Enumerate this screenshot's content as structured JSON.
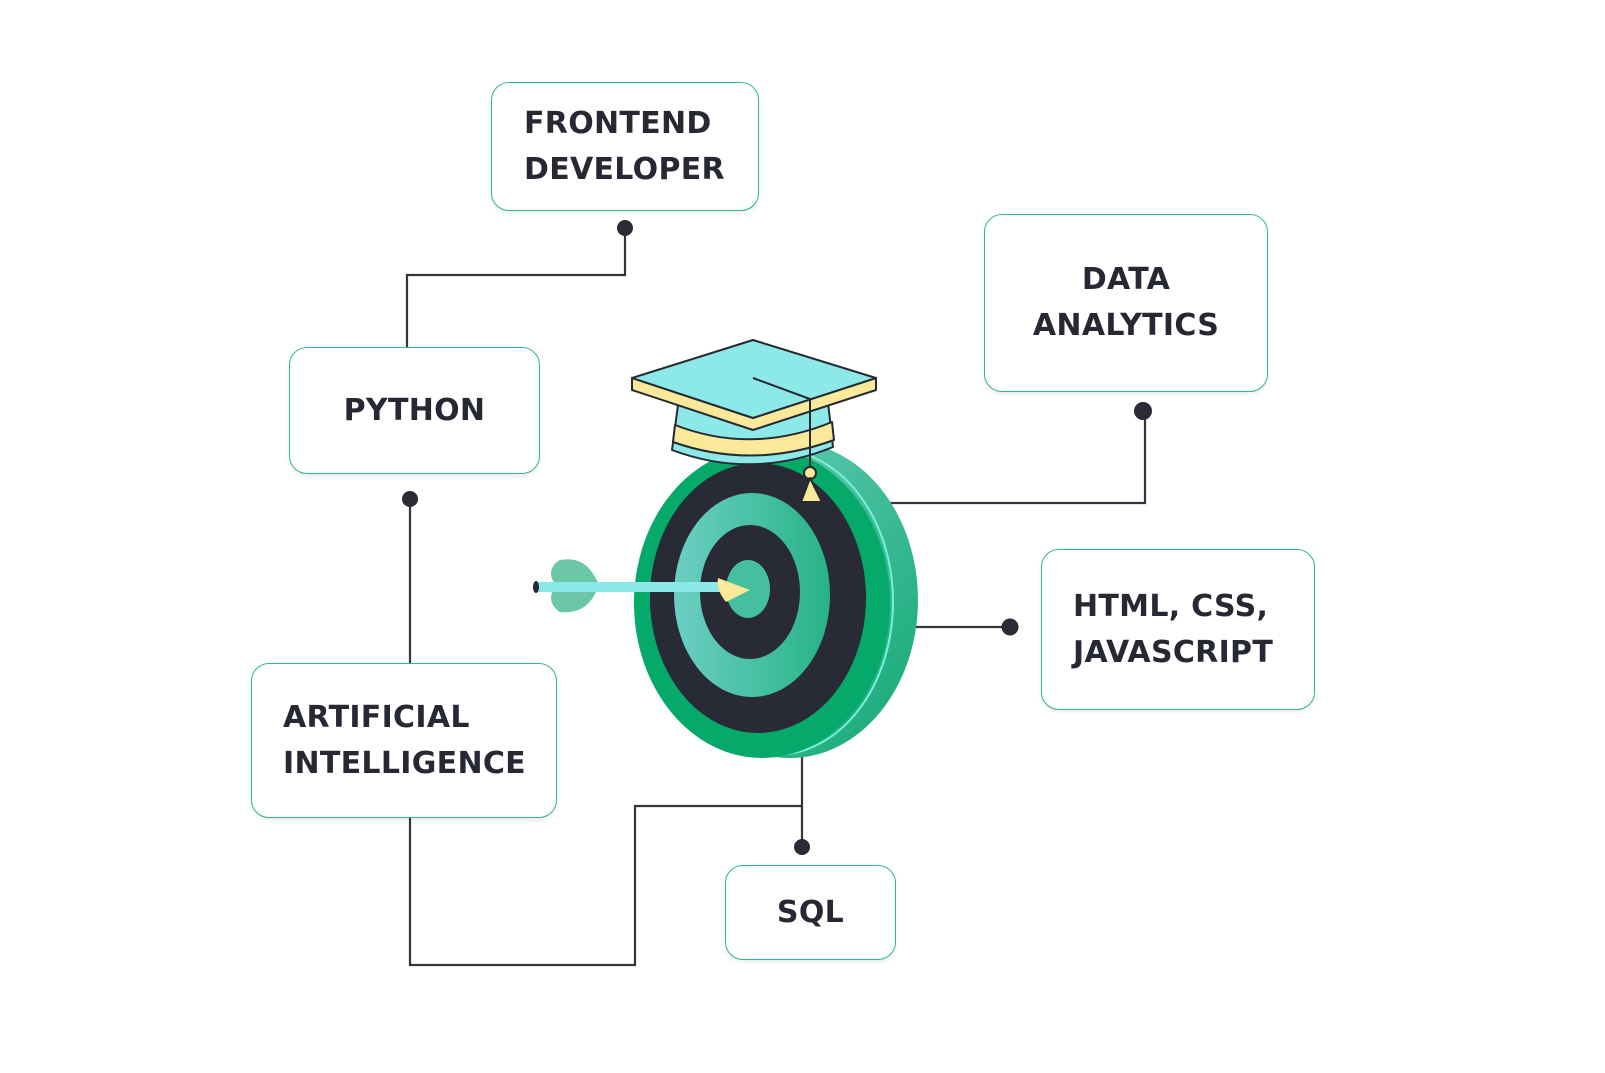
{
  "diagram": {
    "center_graphic": {
      "description": "Dartboard target with arrow in bullseye, topped by a graduation cap",
      "icons": [
        "target-icon",
        "arrow-icon",
        "graduation-cap-icon"
      ],
      "colors": {
        "outer_ring": "#05a96a",
        "dark_ring": "#282a35",
        "teal_ring": "#4fc3b0",
        "cap_top": "#8de8e8",
        "cap_band": "#fbe99a",
        "arrow_shaft": "#8de8e8",
        "arrow_fletch": "#6cc7a6"
      }
    },
    "nodes": [
      {
        "id": "frontend",
        "lines": [
          "FRONTEND",
          "DEVELOPER"
        ]
      },
      {
        "id": "python",
        "lines": [
          "PYTHON"
        ]
      },
      {
        "id": "data",
        "lines": [
          "DATA",
          "ANALYTICS"
        ]
      },
      {
        "id": "web",
        "lines": [
          "HTML, CSS,",
          "JAVASCRIPT"
        ]
      },
      {
        "id": "ai",
        "lines": [
          "ARTIFICIAL",
          "INTELLIGENCE"
        ]
      },
      {
        "id": "sql",
        "lines": [
          "SQL"
        ]
      }
    ],
    "colors": {
      "box_border": "#2fb98a",
      "text": "#262833",
      "connector": "#262833"
    }
  }
}
